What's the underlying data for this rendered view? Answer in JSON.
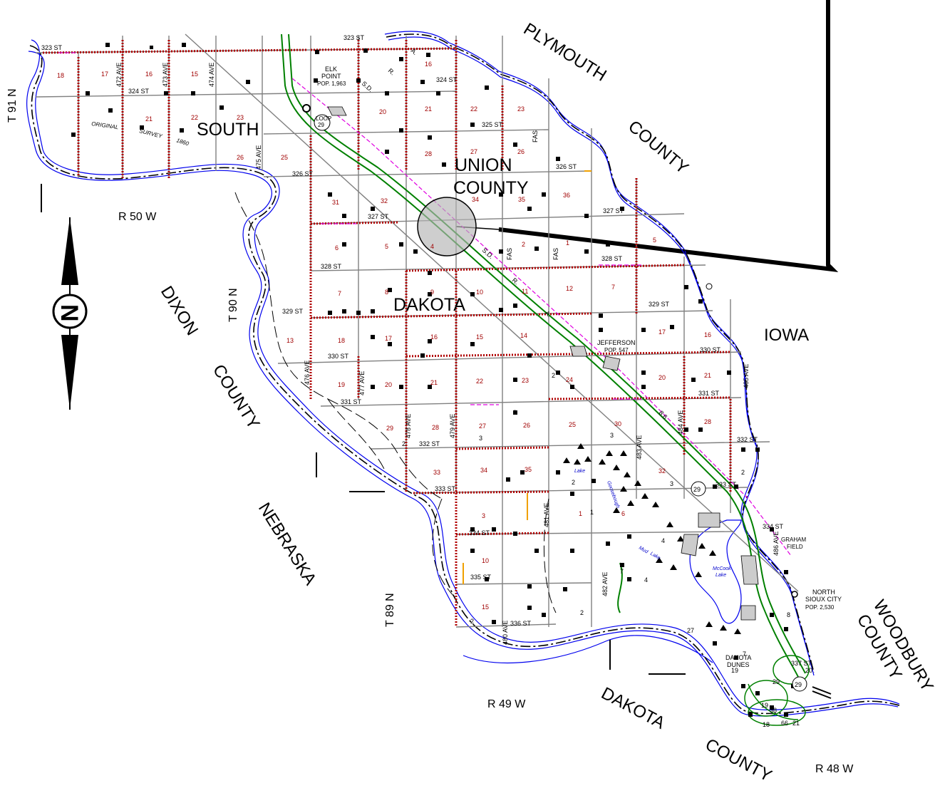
{
  "counties": {
    "union_1": "UNION",
    "union_2": "COUNTY",
    "dakota": "DAKOTA",
    "south": "SOUTH",
    "plymouth_1": "PLYMOUTH",
    "plymouth_2": "COUNTY",
    "iowa": "IOWA",
    "dixon_1": "DIXON",
    "dixon_2": "COUNTY",
    "nebraska": "NEBRASKA",
    "dakota_ne_1": "DAKOTA",
    "dakota_ne_2": "COUNTY",
    "woodbury_1": "WOODBURY",
    "woodbury_2": "COUNTY"
  },
  "survey": {
    "t91": "T 91 N",
    "t90": "T 90 N",
    "t89": "T 89 N",
    "r50": "R 50 W",
    "r49": "R 49 W",
    "r48": "R 48 W",
    "original_survey_1": "ORIGINAL",
    "original_survey_2": "SURVEY",
    "original_survey_year": "1860"
  },
  "towns": {
    "elk_point_1": "ELK",
    "elk_point_2": "POINT",
    "elk_point_pop": "POP. 1,963",
    "jefferson": "JEFFERSON",
    "jefferson_pop": "POP. 547",
    "north_sioux_1": "NORTH",
    "north_sioux_2": "SIOUX CITY",
    "north_sioux_pop": "POP. 2,530",
    "dakota_dunes_1": "DAKOTA",
    "dakota_dunes_2": "DUNES",
    "graham_1": "GRAHAM",
    "graham_2": "FIELD"
  },
  "routes": {
    "loop": "LOOP",
    "r29": "29",
    "fas": "FAS",
    "sd": "S.D.",
    "r": "R.",
    "a": "A.",
    "mile": "8.6"
  },
  "lakes": {
    "lake": "Lake",
    "goosebough": "Goosebough",
    "mud": "Mud",
    "mud_lake": "Lake",
    "mccook": "McCook",
    "mccook_lake": "Lake"
  },
  "compass_letter": "N",
  "streets": [
    "323 ST",
    "323 ST",
    "324 ST",
    "324 ST",
    "325 ST",
    "326 ST",
    "326 ST",
    "327 ST",
    "327 ST",
    "328 ST",
    "328 ST",
    "329 ST",
    "329 ST",
    "330 ST",
    "330 ST",
    "331 ST",
    "331 ST",
    "332 ST",
    "332 ST",
    "333 ST",
    "333 ST",
    "334 ST",
    "334 ST",
    "335 ST",
    "336 ST",
    "337 ST"
  ],
  "avenues": [
    "472 AVE",
    "473 AVE",
    "474 AVE",
    "475 AVE",
    "476 AVE",
    "477 AVE",
    "478 AVE",
    "479 AVE",
    "480 AVE",
    "481 AVE",
    "482 AVE",
    "483 AVE",
    "484 AVE",
    "485 AVE",
    "486 AVE"
  ],
  "sections": [
    "18",
    "17",
    "16",
    "15",
    "21",
    "22",
    "23",
    "26",
    "25",
    "16",
    "20",
    "21",
    "22",
    "23",
    "28",
    "27",
    "26",
    "31",
    "32",
    "34",
    "35",
    "36",
    "6",
    "5",
    "4",
    "2",
    "1",
    "5",
    "7",
    "8",
    "9",
    "10",
    "11",
    "12",
    "7",
    "13",
    "18",
    "17",
    "16",
    "15",
    "14",
    "17",
    "16",
    "19",
    "20",
    "21",
    "22",
    "23",
    "24",
    "20",
    "21",
    "29",
    "28",
    "27",
    "26",
    "25",
    "30",
    "28",
    "33",
    "34",
    "35",
    "32",
    "1",
    "6",
    "3",
    "10",
    "15",
    "2",
    "3",
    "3",
    "3",
    "3",
    "2",
    "2",
    "2",
    "2",
    "2",
    "4",
    "4",
    "7",
    "7",
    "8",
    "27",
    "20",
    "19",
    "29",
    "1",
    "19",
    "18",
    "66",
    "21",
    "38"
  ]
}
